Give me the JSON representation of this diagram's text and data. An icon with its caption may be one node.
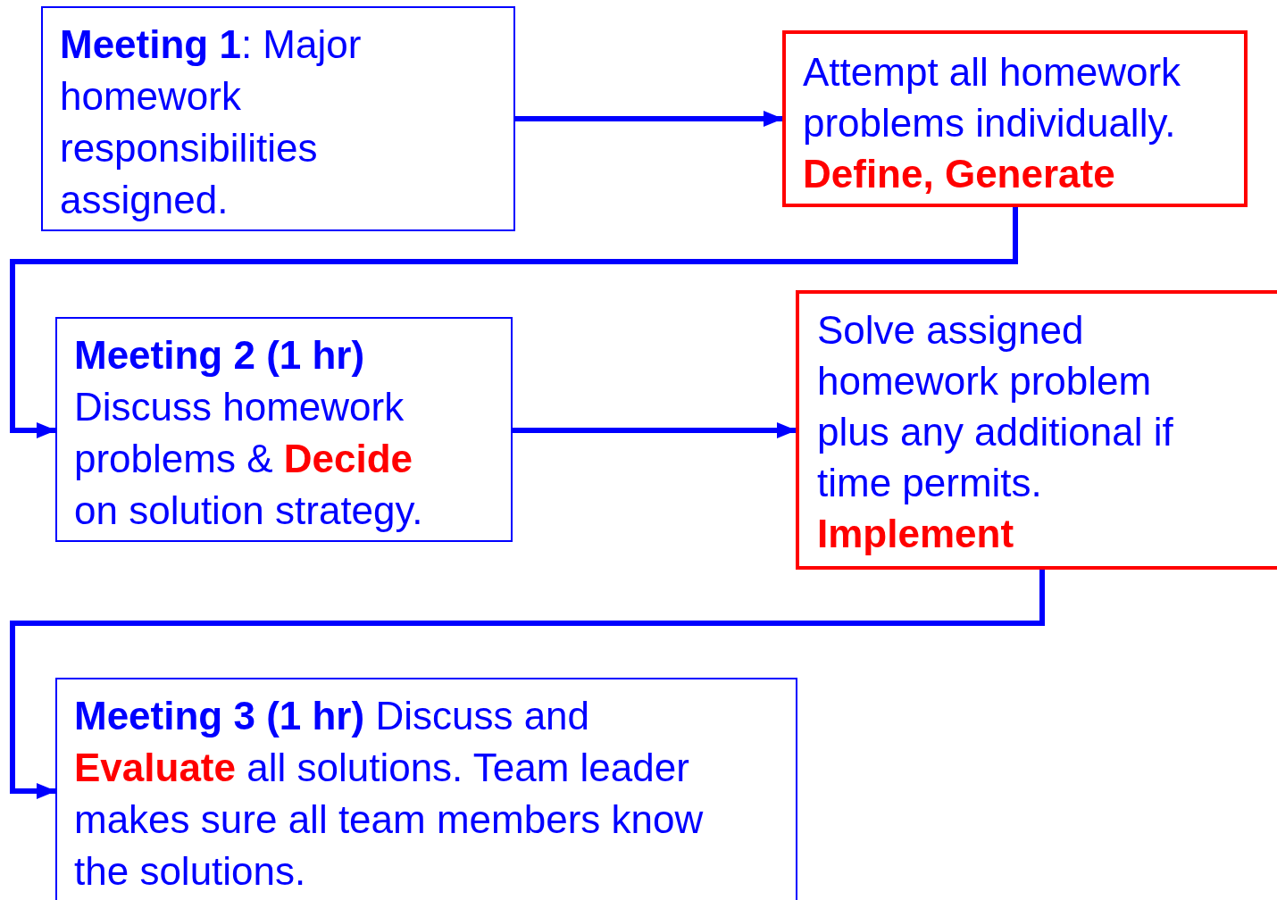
{
  "diagram": {
    "nodes": [
      {
        "text": [
          "Meeting 1",
          ": Major homework responsibilities assigned."
        ]
      },
      {
        "text": [
          "Attempt all homework problems individually.",
          "Define, Generate"
        ]
      },
      {
        "text": [
          "Meeting 2 (1 hr)",
          "Discuss homework problems & **Decide** on solution strategy."
        ]
      },
      {
        "text": [
          "Solve assigned homework problem plus any additional if time permits.",
          "Implement"
        ]
      },
      {
        "text": [
          "Meeting 3 (1 hr)",
          "Discuss and **Evaluate** all solutions. Team leader makes sure all team members know the solutions."
        ]
      }
    ],
    "edges": [
      {
        "from": 0,
        "to": 1,
        "arrow": "to"
      },
      {
        "from": 1,
        "to": 2,
        "arrow": "to"
      },
      {
        "from": 2,
        "to": 3,
        "arrow": "to"
      },
      {
        "from": 3,
        "to": 4,
        "arrow": "to"
      }
    ]
  }
}
